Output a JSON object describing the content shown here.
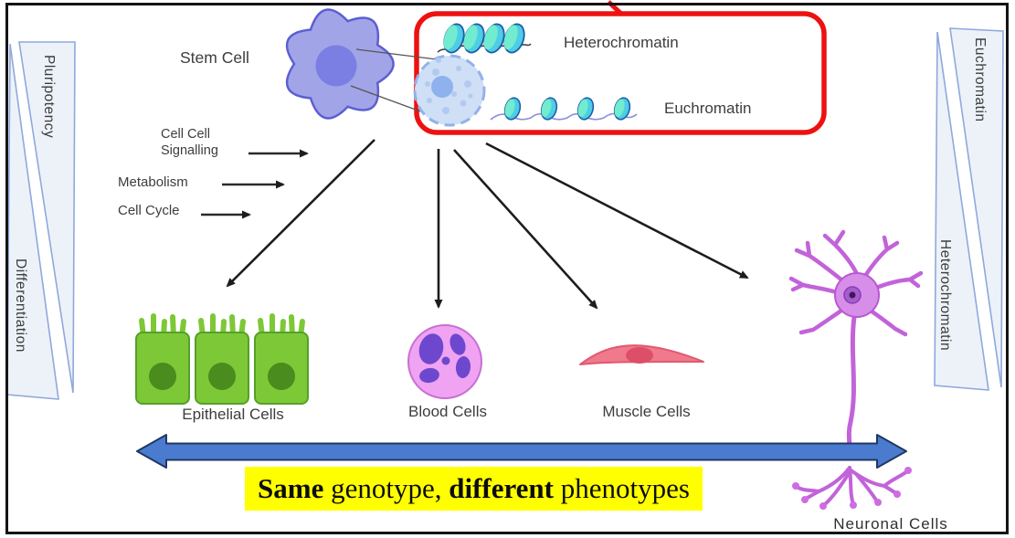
{
  "labels": {
    "stem_cell": "Stem Cell",
    "cell_signalling": "Cell Cell\nSignalling",
    "metabolism": "Metabolism",
    "cell_cycle": "Cell Cycle",
    "heterochromatin_inset": "Heterochromatin",
    "euchromatin_inset": "Euchromatin",
    "epithelial": "Epithelial Cells",
    "blood": "Blood Cells",
    "muscle": "Muscle Cells",
    "neuronal": "Neuronal Cells"
  },
  "gradients": {
    "left_top": "Pluripotency",
    "left_bottom": "Differentiation",
    "right_top": "Euchromatin",
    "right_bottom": "Heterochromatin"
  },
  "caption": {
    "bold1": "Same",
    "regular1": " genotype, ",
    "bold2": "different",
    "regular2": " phenotypes"
  },
  "colors": {
    "red_callout": "#ee1111",
    "blue_arrow": "#4b7bcf",
    "highlight_yellow": "#ffff00",
    "stem_cell_body": "#a2a4e8",
    "nucleosome_teal": "#5fe0cc",
    "epithelial_green": "#7dc837",
    "blood_pink": "#f0a3f2",
    "muscle_pink": "#f0798c",
    "neuron_purple": "#c263da",
    "wedge_blue": "#8fa8dc"
  }
}
